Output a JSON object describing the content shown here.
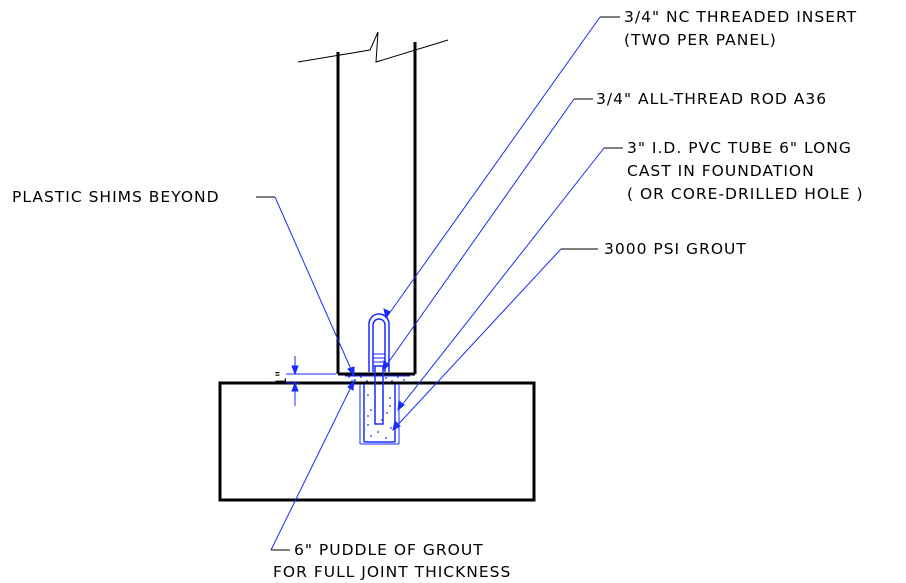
{
  "labels": {
    "insert_line1": "3/4\" NC THREADED INSERT",
    "insert_line2": "(TWO PER PANEL)",
    "rod": "3/4\" ALL-THREAD ROD A36",
    "tube_line1": "3\" I.D. PVC TUBE 6\" LONG",
    "tube_line2": "CAST IN FOUNDATION",
    "tube_line3": "( OR CORE-DRILLED HOLE )",
    "grout": "3000 PSI GROUT",
    "shims": "PLASTIC SHIMS BEYOND",
    "puddle_line1": "6\" PUDDLE OF GROUT",
    "puddle_line2": "FOR FULL JOINT THICKNESS",
    "joint_dim": "1\""
  },
  "colors": {
    "line": "#000000",
    "leader": "#1a2bff",
    "grout_dots": "#1a2bff"
  }
}
